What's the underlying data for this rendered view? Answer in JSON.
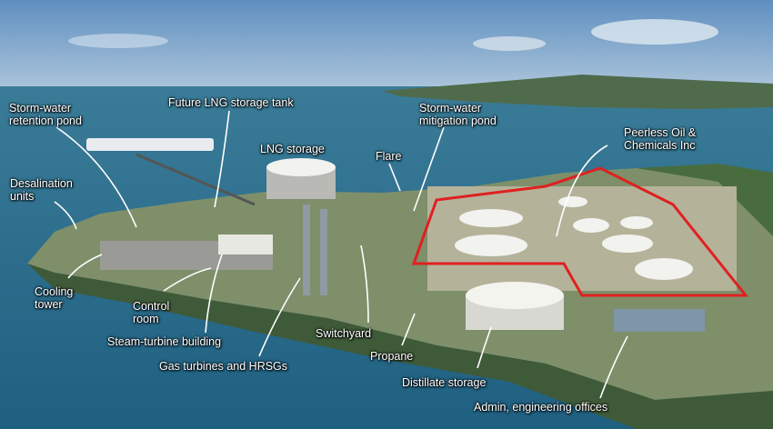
{
  "labels": {
    "storm_water_retention_pond": [
      "Storm-water",
      "retention pond"
    ],
    "future_lng_storage_tank": [
      "Future LNG storage tank"
    ],
    "storm_water_mitigation_pond": [
      "Storm-water",
      "mitigation pond"
    ],
    "peerless_oil": [
      "Peerless Oil &",
      "Chemicals Inc"
    ],
    "lng_storage": [
      "LNG storage"
    ],
    "flare": [
      "Flare"
    ],
    "desalination_units": [
      "Desalination",
      "units"
    ],
    "cooling_tower": [
      "Cooling",
      "tower"
    ],
    "control_room": [
      "Control",
      "room"
    ],
    "steam_turbine_building": [
      "Steam-turbine building"
    ],
    "gas_turbines_hrsgs": [
      "Gas turbines and HRSGs"
    ],
    "switchyard": [
      "Switchyard"
    ],
    "propane": [
      "Propane"
    ],
    "distillate_storage": [
      "Distillate storage"
    ],
    "admin_offices": [
      "Admin, engineering offices"
    ]
  },
  "colors": {
    "sky": "#6f9ec6",
    "sea": "#2a6a8a",
    "land": "#6f8a5a",
    "boundary": "#e02020",
    "tank": "#f2f2ee",
    "label": "#ffffff"
  }
}
